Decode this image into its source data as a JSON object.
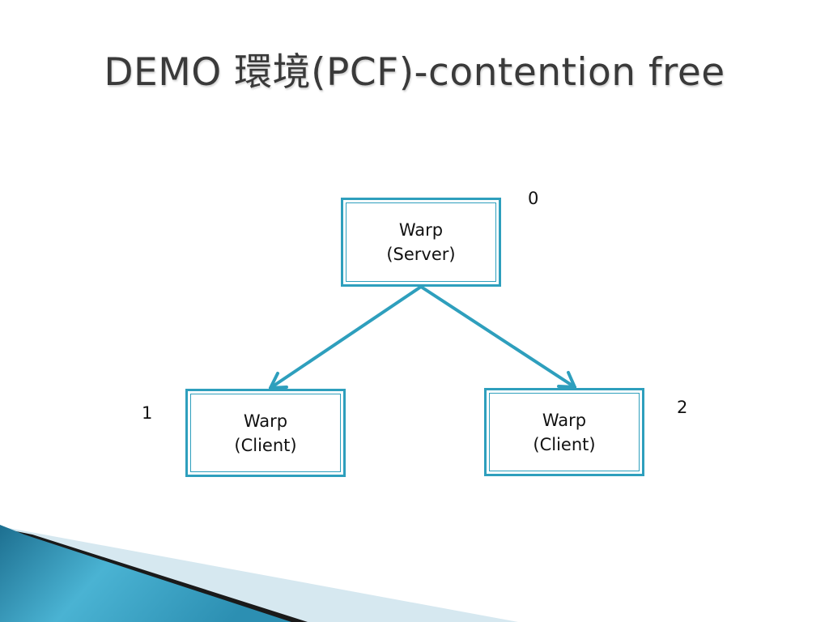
{
  "slide": {
    "title": "DEMO 環境(PCF)-contention free"
  },
  "diagram": {
    "server": {
      "name": "Warp",
      "role": "(Server)",
      "number": "0"
    },
    "client_left": {
      "name": "Warp",
      "role": "(Client)",
      "number": "1"
    },
    "client_right": {
      "name": "Warp",
      "role": "(Client)",
      "number": "2"
    }
  },
  "colors": {
    "accent": "#2e9fbd",
    "title_text": "#3a3a3a",
    "body_text": "#111111",
    "decoration_dark": "#1a1a1a",
    "decoration_teal": "#2f8fb0",
    "decoration_light": "#d6e8f0"
  }
}
